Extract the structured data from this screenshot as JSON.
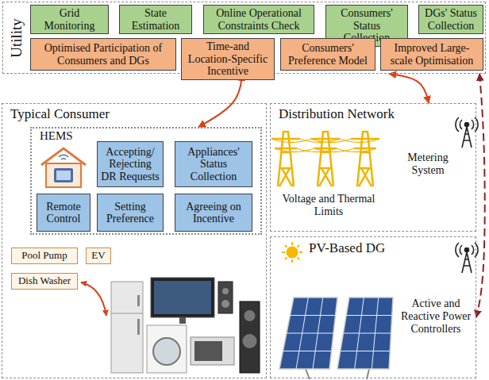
{
  "diagram": {
    "nodes": [
      {
        "text": [
          "Utility"
        ]
      },
      {
        "text": [
          "Grid Monitoring"
        ],
        "in": 0
      },
      {
        "text": [
          "State Estimation"
        ],
        "in": 0
      },
      {
        "text": [
          "Online Operational Constraints Check"
        ],
        "in": 0
      },
      {
        "text": [
          "Consumers' Status Collection"
        ],
        "in": 0
      },
      {
        "text": [
          "DGs' Status Collection"
        ],
        "in": 0
      },
      {
        "text": [
          "Optimised Participation of Consumers and DGs"
        ],
        "in": 0
      },
      {
        "text": [
          "Time-and Location-Specific Incentive"
        ],
        "in": 0
      },
      {
        "text": [
          "Consumers' Preference Model"
        ],
        "in": 0
      },
      {
        "text": [
          "Improved Large-scale Optimisation"
        ],
        "in": 0
      },
      {
        "text": [
          "Typical Consumer"
        ]
      },
      {
        "text": [
          "HEMS"
        ],
        "in": 10
      },
      {
        "text": [
          "Accepting/ Rejecting DR Requests"
        ],
        "in": 11
      },
      {
        "text": [
          "Appliances' Status Collection"
        ],
        "in": 11
      },
      {
        "text": [
          "Remote Control"
        ],
        "in": 11
      },
      {
        "text": [
          "Setting Preference"
        ],
        "in": 11
      },
      {
        "text": [
          "Agreeing on Incentive"
        ],
        "in": 11
      },
      {
        "text": [
          "Pool Pump"
        ],
        "in": 10
      },
      {
        "text": [
          "EV"
        ],
        "in": 10
      },
      {
        "text": [
          "Dish Washer"
        ],
        "in": 10
      },
      {
        "text": [
          "Distribution Network",
          "Voltage and Thermal Limits",
          "Metering System"
        ]
      },
      {
        "text": [
          "PV-Based DG",
          "Active and Reactive Power Controllers"
        ]
      }
    ],
    "edges": [
      {
        "from": 0,
        "to": 11,
        "arrow": "both"
      },
      {
        "from": 0,
        "to": 20,
        "arrow": "both"
      },
      {
        "from": 0,
        "to": 21,
        "arrow": "both"
      }
    ]
  }
}
